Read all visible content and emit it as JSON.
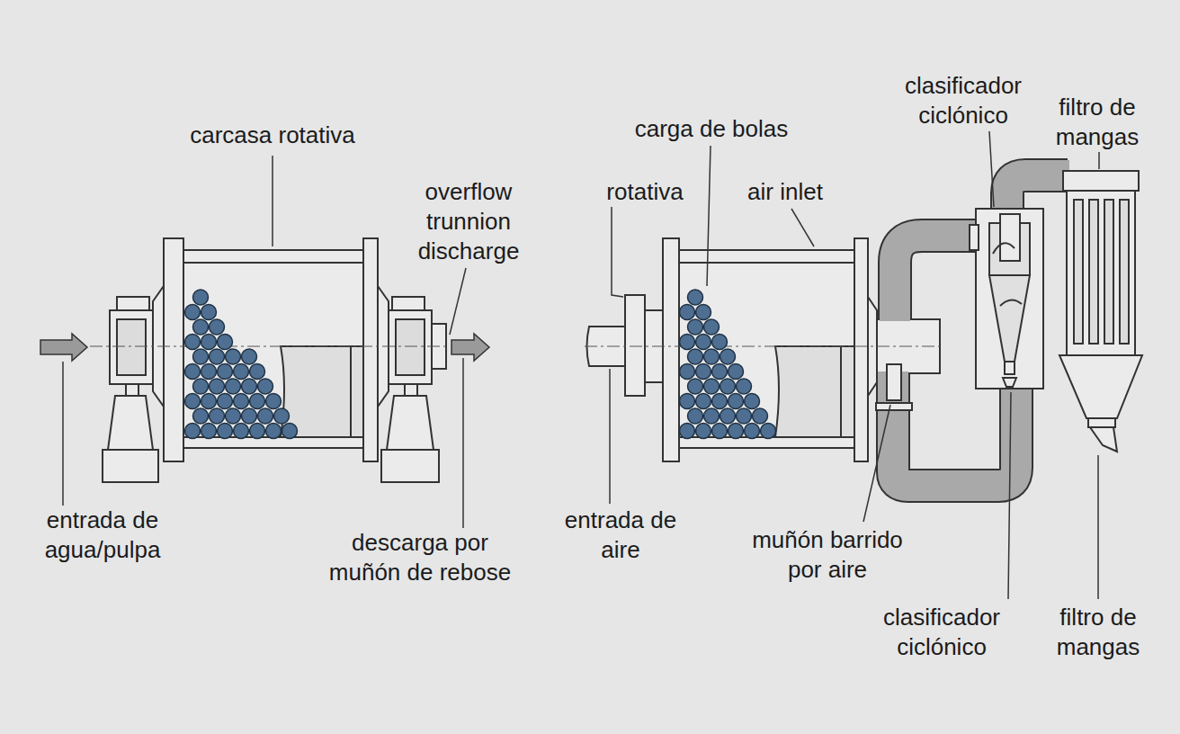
{
  "diagram": {
    "labels": [
      "carcasa rotativa",
      "overflow trunnion discharge",
      "entrada de agua/pulpa",
      "descarga por muñón de rebose",
      "carga de bolas",
      "rotativa",
      "air inlet",
      "entrada de aire",
      "muñón barrido por aire",
      "clasificador ciclónico",
      "filtro de mangas",
      "clasificador ciclónico",
      "filtro de mangas"
    ]
  }
}
